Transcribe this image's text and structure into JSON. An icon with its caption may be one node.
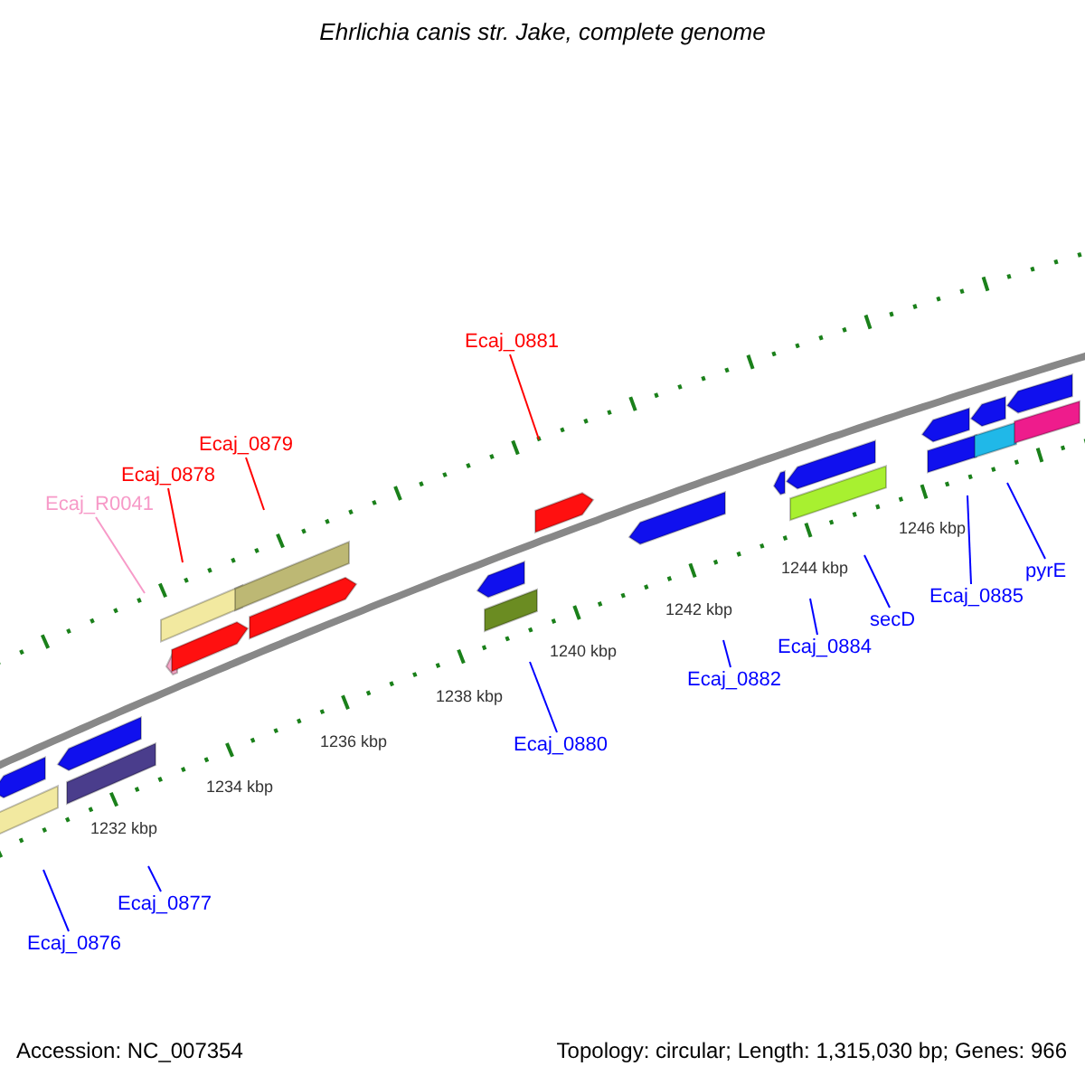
{
  "diagram": {
    "title": "Ehrlichia canis str. Jake, complete genome",
    "nodes": [
      {
        "text": [
          "Ecaj_0881"
        ]
      },
      {
        "text": [
          "Ecaj_0879"
        ]
      },
      {
        "text": [
          "Ecaj_0878"
        ]
      },
      {
        "text": [
          "Ecaj_R0041"
        ]
      },
      {
        "text": [
          "pyrE"
        ]
      },
      {
        "text": [
          "Ecaj_0885"
        ]
      },
      {
        "text": [
          "secD"
        ]
      },
      {
        "text": [
          "Ecaj_0884"
        ]
      },
      {
        "text": [
          "Ecaj_0882"
        ]
      },
      {
        "text": [
          "Ecaj_0880"
        ]
      },
      {
        "text": [
          "Ecaj_0877"
        ]
      },
      {
        "text": [
          "Ecaj_0876"
        ]
      }
    ],
    "edges": [
      {
        "from": 0,
        "to": null,
        "arrow": "none",
        "color": "#ff0000"
      },
      {
        "from": 1,
        "to": null,
        "arrow": "none",
        "color": "#ff0000"
      },
      {
        "from": 2,
        "to": null,
        "arrow": "none",
        "color": "#ff0000"
      },
      {
        "from": 3,
        "to": null,
        "arrow": "none",
        "color": "#f79ac8"
      },
      {
        "from": 4,
        "to": null,
        "arrow": "none"
      },
      {
        "from": 5,
        "to": null,
        "arrow": "none"
      },
      {
        "from": 6,
        "to": null,
        "arrow": "none"
      },
      {
        "from": 7,
        "to": null,
        "arrow": "none"
      },
      {
        "from": 8,
        "to": null,
        "arrow": "none"
      },
      {
        "from": 9,
        "to": null,
        "arrow": "none"
      },
      {
        "from": 10,
        "to": null,
        "arrow": "none"
      },
      {
        "from": 11,
        "to": null,
        "arrow": "none"
      }
    ],
    "labels": [
      "1232 kbp",
      "1234 kbp",
      "1236 kbp",
      "1238 kbp",
      "1240 kbp",
      "1242 kbp",
      "1244 kbp",
      "1246 kbp",
      "Accession: NC_007354",
      "Topology: circular; Length: 1,315,030 bp; Genes: 966"
    ]
  }
}
